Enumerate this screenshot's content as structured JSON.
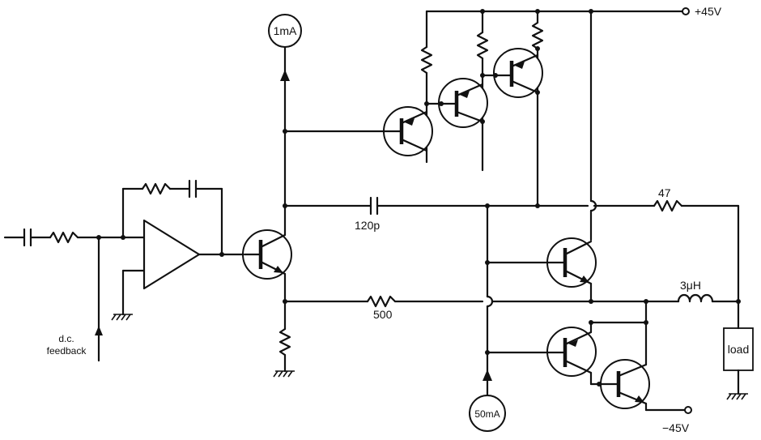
{
  "labels": {
    "plus_supply": "+45V",
    "minus_supply": "−45V",
    "source_top": "1mA",
    "source_bottom": "50mA",
    "cap_120p": "120p",
    "res_47": "47",
    "res_500": "500",
    "inductor": "3μH",
    "load": "load",
    "feedback_line1": "d.c.",
    "feedback_line2": "feedback"
  }
}
